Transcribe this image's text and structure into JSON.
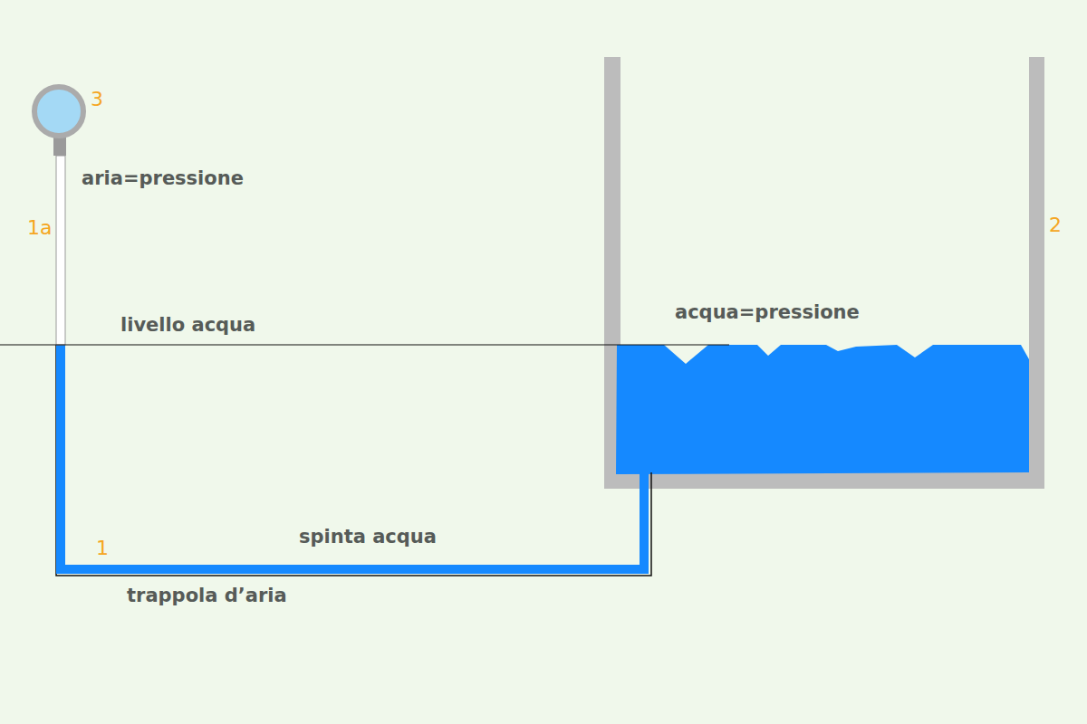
{
  "diagram": {
    "labels": [
      "3",
      "aria=pressione",
      "1a",
      "livello acqua",
      "acqua=pressione",
      "2",
      "1",
      "spinta acqua",
      "trappola d’aria"
    ]
  }
}
